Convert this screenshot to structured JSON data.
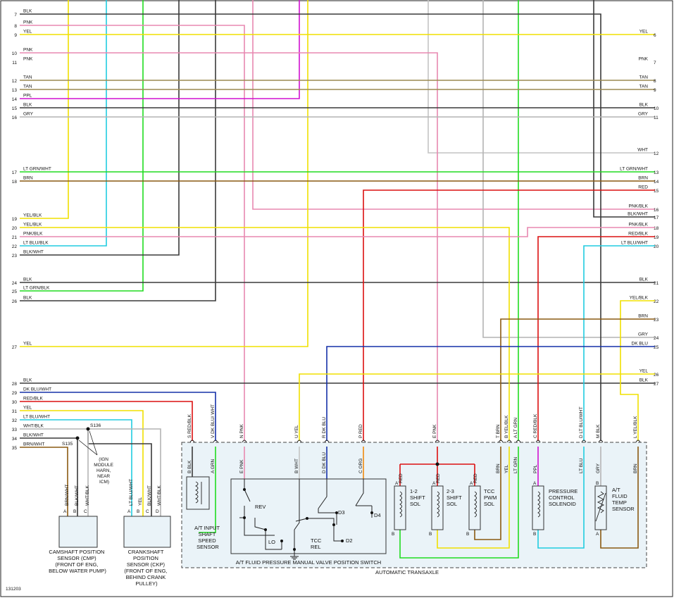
{
  "diagram_id": "131203",
  "colors": {
    "BLK": "#3a3a3a",
    "PNK": "#e888b0",
    "YEL": "#f0e000",
    "TAN": "#9c8a50",
    "PPL": "#d010d0",
    "GRY": "#b4b4b4",
    "WHT": "#c4c4c4",
    "LTGRN": "#20dc20",
    "BRN": "#8a5a12",
    "RED": "#dc1010",
    "LTBLU": "#20cce0",
    "DKBLU": "#1530a8",
    "ORG": "#f08a10"
  },
  "left_wires": [
    {
      "pin": "7",
      "label": "BLK",
      "color": "BLK"
    },
    {
      "pin": "8",
      "label": "PNK",
      "color": "PNK"
    },
    {
      "pin": "9",
      "label": "YEL",
      "color": "YEL"
    },
    {
      "pin": "10",
      "label": "PNK",
      "color": "PNK"
    },
    {
      "pin": "11",
      "label": "PNK",
      "color": "PNK"
    },
    {
      "pin": "12",
      "label": "TAN",
      "color": "TAN"
    },
    {
      "pin": "13",
      "label": "TAN",
      "color": "TAN"
    },
    {
      "pin": "14",
      "label": "PPL",
      "color": "PPL"
    },
    {
      "pin": "15",
      "label": "BLK",
      "color": "BLK"
    },
    {
      "pin": "16",
      "label": "GRY",
      "color": "GRY"
    },
    {
      "pin": "17",
      "label": "LT GRN/WHT",
      "color": "LTGRN"
    },
    {
      "pin": "18",
      "label": "BRN",
      "color": "BRN"
    },
    {
      "pin": "19",
      "label": "YEL/BLK",
      "color": "YEL"
    },
    {
      "pin": "20",
      "label": "YEL/BLK",
      "color": "YEL"
    },
    {
      "pin": "21",
      "label": "PNK/BLK",
      "color": "PNK"
    },
    {
      "pin": "22",
      "label": "LT BLU/BLK",
      "color": "LTBLU"
    },
    {
      "pin": "23",
      "label": "BLK/WHT",
      "color": "BLK"
    },
    {
      "pin": "24",
      "label": "BLK",
      "color": "BLK"
    },
    {
      "pin": "25",
      "label": "LT GRN/BLK",
      "color": "LTGRN"
    },
    {
      "pin": "26",
      "label": "BLK",
      "color": "BLK"
    },
    {
      "pin": "27",
      "label": "YEL",
      "color": "YEL"
    },
    {
      "pin": "28",
      "label": "BLK",
      "color": "BLK"
    },
    {
      "pin": "29",
      "label": "DK BLU/WHT",
      "color": "DKBLU"
    },
    {
      "pin": "30",
      "label": "RED/BLK",
      "color": "RED"
    },
    {
      "pin": "31",
      "label": "YEL",
      "color": "YEL"
    },
    {
      "pin": "32",
      "label": "LT BLU/WHT",
      "color": "LTBLU"
    },
    {
      "pin": "33",
      "label": "WHT/BLK",
      "color": "GRY"
    },
    {
      "pin": "34",
      "label": "BLK/WHT",
      "color": "BLK"
    },
    {
      "pin": "35",
      "label": "BRN/WHT",
      "color": "BRN"
    }
  ],
  "right_wires": [
    {
      "pin": "6",
      "label": "YEL",
      "color": "YEL"
    },
    {
      "pin": "7",
      "label": "PNK",
      "color": "PNK"
    },
    {
      "pin": "8",
      "label": "TAN",
      "color": "TAN"
    },
    {
      "pin": "9",
      "label": "TAN",
      "color": "TAN"
    },
    {
      "pin": "10",
      "label": "BLK",
      "color": "BLK"
    },
    {
      "pin": "11",
      "label": "GRY",
      "color": "GRY"
    },
    {
      "pin": "12",
      "label": "WHT",
      "color": "WHT"
    },
    {
      "pin": "13",
      "label": "LT GRN/WHT",
      "color": "LTGRN"
    },
    {
      "pin": "14",
      "label": "BRN",
      "color": "BRN"
    },
    {
      "pin": "15",
      "label": "RED",
      "color": "RED"
    },
    {
      "pin": "16",
      "label": "PNK/BLK",
      "color": "PNK"
    },
    {
      "pin": "17",
      "label": "BLK/WHT",
      "color": "BLK"
    },
    {
      "pin": "18",
      "label": "PNK/BLK",
      "color": "PNK"
    },
    {
      "pin": "19",
      "label": "RED/BLK",
      "color": "RED"
    },
    {
      "pin": "20",
      "label": "LT BLU/WHT",
      "color": "LTBLU"
    },
    {
      "pin": "21",
      "label": "BLK",
      "color": "BLK"
    },
    {
      "pin": "22",
      "label": "YEL/BLK",
      "color": "YEL"
    },
    {
      "pin": "23",
      "label": "BRN",
      "color": "BRN"
    },
    {
      "pin": "24",
      "label": "GRY",
      "color": "GRY"
    },
    {
      "pin": "25",
      "label": "DK BLU",
      "color": "DKBLU"
    },
    {
      "pin": "26",
      "label": "YEL",
      "color": "YEL"
    },
    {
      "pin": "27",
      "label": "BLK",
      "color": "BLK"
    }
  ],
  "connector_pins": [
    {
      "letter": "S",
      "wire": "RED/BLK"
    },
    {
      "letter": "V",
      "wire": "DK BLU/ WHT"
    },
    {
      "letter": "N",
      "wire": "PNK"
    },
    {
      "letter": "U",
      "wire": "YEL"
    },
    {
      "letter": "R",
      "wire": "DK BLU"
    },
    {
      "letter": "P",
      "wire": "RED"
    },
    {
      "letter": "E",
      "wire": "PNK"
    },
    {
      "letter": "T",
      "wire": "BRN"
    },
    {
      "letter": "B",
      "wire": "YEL/BLK"
    },
    {
      "letter": "A",
      "wire": "LT GRN"
    },
    {
      "letter": "C",
      "wire": "RED/BLK"
    },
    {
      "letter": "D",
      "wire": "LT BLU/WHT"
    },
    {
      "letter": "M",
      "wire": "BLK"
    },
    {
      "letter": "L",
      "wire": "YEL/BLK"
    }
  ],
  "internal_wires": [
    {
      "label": "BLK",
      "pin": "B"
    },
    {
      "label": "GRN",
      "pin": "A"
    },
    {
      "label": "PNK",
      "pin": "E"
    },
    {
      "label": "WHT",
      "pin": "B"
    },
    {
      "label": "DK BLU",
      "pin": "D"
    },
    {
      "label": "ORG",
      "pin": "C"
    },
    {
      "label": "BRN",
      "pin": ""
    },
    {
      "label": "YEL",
      "pin": ""
    },
    {
      "label": "LT GRN",
      "pin": ""
    },
    {
      "label": "PPL",
      "pin": ""
    },
    {
      "label": "LT BLU",
      "pin": ""
    },
    {
      "label": "GRY",
      "pin": ""
    },
    {
      "label": "BRN",
      "pin": ""
    }
  ],
  "splices": {
    "s136": "S136",
    "s135": "S135"
  },
  "ign_note": [
    "(IGN",
    "MODULE",
    "HARN,",
    "NEAR",
    "ICM)"
  ],
  "sensor_wires": {
    "cmp": [
      "BRN/WHT",
      "BLK/WHT",
      "WHT/BLK"
    ],
    "ckp": [
      "LT BLU/WHT",
      "YEL",
      "BLK/WHT",
      "WHT/BLK"
    ]
  },
  "sensor_pins": {
    "cmp": [
      "A",
      "B",
      "C"
    ],
    "ckp": [
      "A",
      "B",
      "C",
      "D"
    ]
  },
  "components": {
    "cmp": [
      "CAMSHAFT POSITION",
      "SENSOR (CMP)",
      "(FRONT OF ENG,",
      "BELOW WATER PUMP)"
    ],
    "ckp": [
      "CRANKSHAFT",
      "POSITION",
      "SENSOR (CKP)",
      "(FRONT OF ENG,",
      "BEHIND CRANK",
      "PULLEY)"
    ],
    "speed_sensor": [
      "A/T INPUT",
      "SHAFT",
      "SPEED",
      "SENSOR"
    ],
    "switch_title": "A/T FLUID PRESSURE MANUAL VALVE POSITION SWITCH",
    "switch_labels": [
      "REV",
      "LO",
      "TCC",
      "REL",
      "D3",
      "D4",
      "D2"
    ],
    "shift12": [
      "1-2",
      "SHIFT",
      "SOL"
    ],
    "shift23": [
      "2-3",
      "SHIFT",
      "SOL"
    ],
    "tcc_pwm": [
      "TCC",
      "PWM",
      "SOL"
    ],
    "pcs": [
      "PRESSURE",
      "CONTROL",
      "SOLENOID"
    ],
    "temp": [
      "A/T",
      "FLUID",
      "TEMP",
      "SENSOR"
    ],
    "transaxle": "AUTOMATIC TRANSAXLE",
    "sol_pin_labels": [
      "A",
      "B",
      "A",
      "B",
      "A",
      "B",
      "A",
      "B",
      "A",
      "B",
      "A",
      "B"
    ],
    "sol_wire_labels": [
      "RED",
      "RED",
      "RED"
    ]
  }
}
